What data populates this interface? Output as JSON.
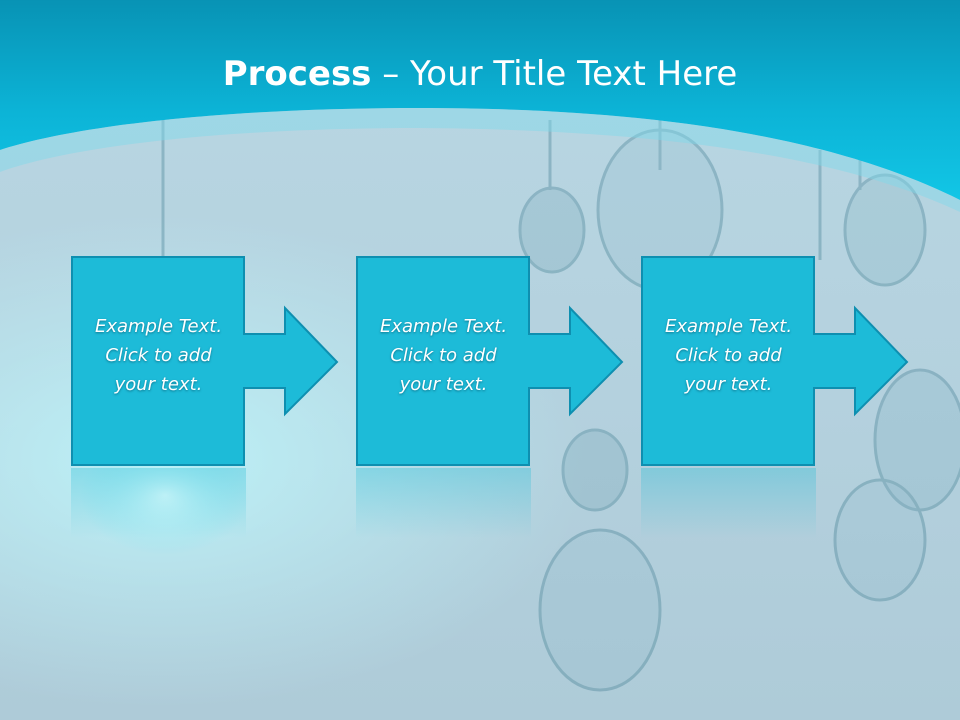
{
  "slide": {
    "title_bold": "Process",
    "title_rest": " – Your Title Text Here"
  },
  "steps": [
    {
      "text": "Example Text.\nClick  to add\nyour text."
    },
    {
      "text": "Example Text.\nClick  to add\nyour text."
    },
    {
      "text": "Example Text.\nClick  to add\nyour text."
    }
  ],
  "colors": {
    "header": "#0ab8d9",
    "box_fill": "#1dbbd8",
    "box_border": "#0e8fb0",
    "background": "#b4d1de"
  }
}
